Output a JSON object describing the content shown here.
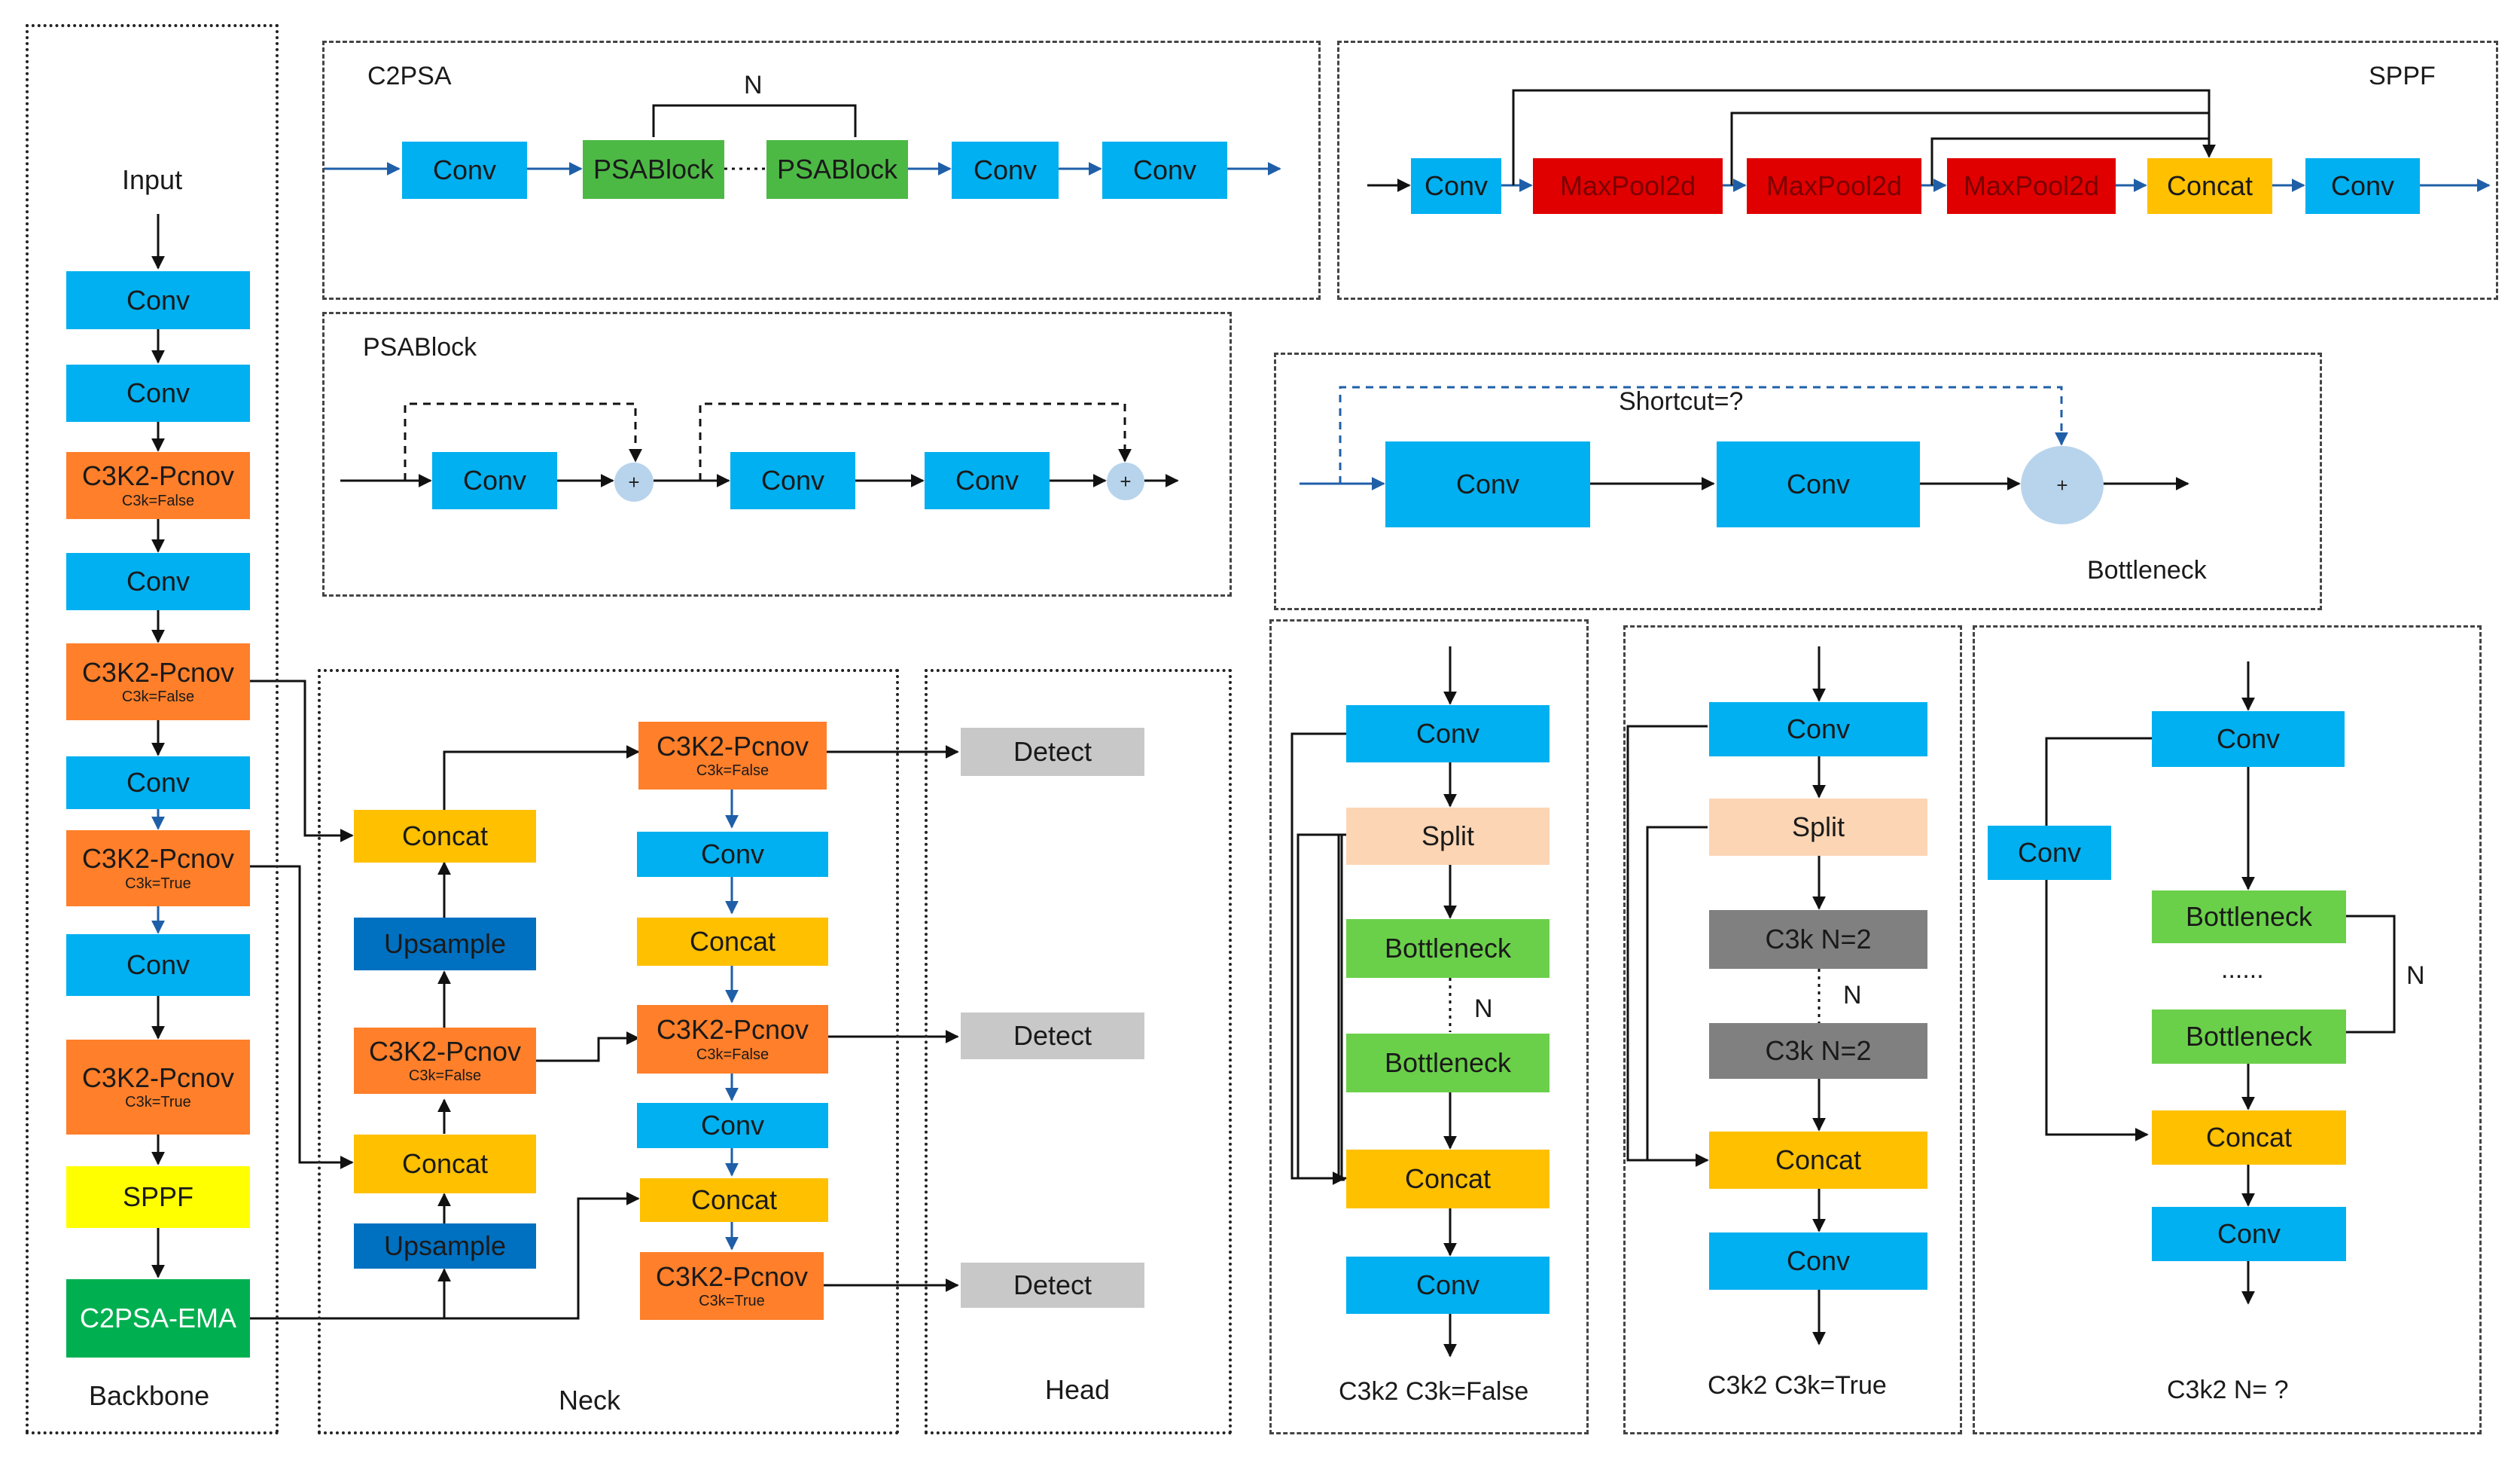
{
  "backbone": {
    "input": "Input",
    "title": "Backbone",
    "conv": "Conv",
    "c3k2": "C3K2-Pcnov",
    "c3k_false": "C3k=False",
    "c3k_true": "C3k=True",
    "sppf": "SPPF",
    "c2psa": "C2PSA-EMA"
  },
  "neck": {
    "title": "Neck",
    "concat": "Concat",
    "upsample": "Upsample",
    "conv": "Conv",
    "c3k2": "C3K2-Pcnov",
    "c3k_false": "C3k=False",
    "c3k_true": "C3k=True"
  },
  "head": {
    "title": "Head",
    "detect": "Detect"
  },
  "c2psa_panel": {
    "title": "C2PSA",
    "conv": "Conv",
    "psablock": "PSABlock",
    "n": "N"
  },
  "sppf_panel": {
    "title": "SPPF",
    "conv": "Conv",
    "maxpool": "MaxPool2d",
    "concat": "Concat"
  },
  "psablock_panel": {
    "title": "PSABlock",
    "conv": "Conv",
    "plus": "+"
  },
  "bottleneck_panel": {
    "title": "Bottleneck",
    "shortcut": "Shortcut=?",
    "conv": "Conv",
    "plus": "+"
  },
  "c3k2_false_panel": {
    "title": "C3k2 C3k=False",
    "conv": "Conv",
    "split": "Split",
    "bottleneck": "Bottleneck",
    "n": "N",
    "concat": "Concat"
  },
  "c3k2_true_panel": {
    "title": "C3k2 C3k=True",
    "conv": "Conv",
    "split": "Split",
    "c3k": "C3k N=2",
    "n": "N",
    "concat": "Concat"
  },
  "c3k2_n_panel": {
    "title": "C3k2 N= ?",
    "conv": "Conv",
    "bottleneck": "Bottleneck",
    "dots": "......",
    "n": "N",
    "concat": "Concat"
  },
  "colors": {
    "conv": "#00b0f0",
    "c3k2": "#ff7f2a",
    "sppf": "#ffff00",
    "c2psa": "#00b050",
    "concat": "#ffc000",
    "upsample": "#0070c0",
    "detect": "#c8c8c8",
    "psablock": "#4cb944",
    "maxpool": "#e00000",
    "split": "#fcd5b4",
    "bottleneck": "#6ad04a",
    "c3k": "#808080",
    "plus": "#b8d4ec"
  }
}
